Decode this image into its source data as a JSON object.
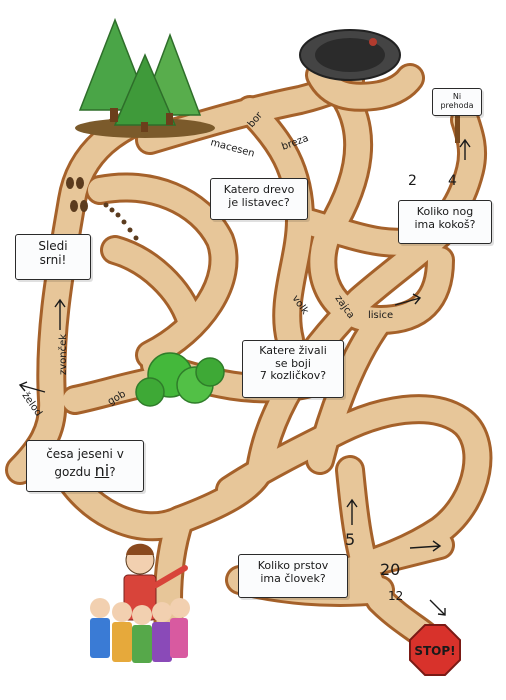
{
  "signs": {
    "tree_question": {
      "line1": "Katero drevo",
      "line2": "je listavec?"
    },
    "hen_legs": {
      "line1": "Koliko nog",
      "line2": "ima kokoš?"
    },
    "deer_tracks": {
      "line1": "Sledi",
      "line2": "srni!"
    },
    "goat_question": {
      "line1": "Katere živali",
      "line2": "se boji",
      "line3": "7 kozličkov?"
    },
    "autumn_question": {
      "line1": "česa jeseni v",
      "line2_a": "gozdu ",
      "line2_b": "ni",
      "line2_c": "?"
    },
    "fingers_question": {
      "line1": "Koliko prstov",
      "line2": "ima človek?"
    },
    "no_crossing": {
      "line1": "Ni",
      "line2": "prehoda"
    }
  },
  "path_labels": {
    "macesen": "macesen",
    "bor": "bor",
    "breza": "breza",
    "volk": "volk",
    "zajca": "zajca",
    "lisice": "lisice",
    "zvoncek": "zvonček",
    "zelod": "želod",
    "gob": "gob",
    "num_2": "2",
    "num_4": "4",
    "num_5": "5",
    "num_20": "20",
    "num_12": "12"
  },
  "stop_sign": {
    "label": "STOP!"
  },
  "colors": {
    "path_fill": "#e7c699",
    "path_outline": "#a5612a",
    "tree_green": "#3f9a3a",
    "bush_green": "#44b83b",
    "stop_red": "#d8322b"
  }
}
